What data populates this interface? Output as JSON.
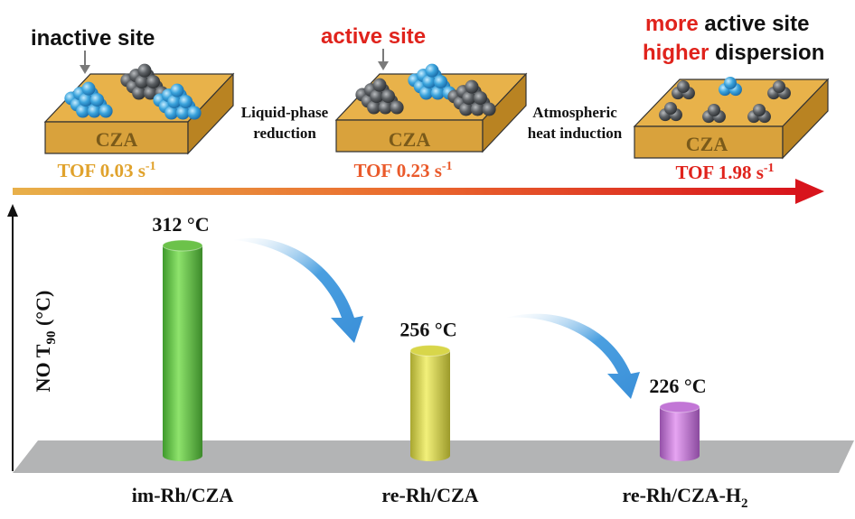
{
  "stages": [
    {
      "support_label": "CZA",
      "caption": {
        "prefix": "",
        "highlight": "",
        "rest": "inactive site"
      },
      "caption_line2": {
        "highlight": "",
        "rest": ""
      },
      "tof_label": "TOF 0.03 s",
      "tof_exp": "-1",
      "tof_color": "#e0a22c"
    },
    {
      "support_label": "CZA",
      "caption": {
        "prefix": "",
        "highlight": "active site",
        "rest": ""
      },
      "caption_line2": {
        "highlight": "",
        "rest": ""
      },
      "tof_label": "TOF 0.23 s",
      "tof_exp": "-1",
      "tof_color": "#ea5a2b"
    },
    {
      "support_label": "CZA",
      "caption": {
        "prefix": "",
        "highlight": "more",
        "rest": " active site"
      },
      "caption_line2": {
        "highlight": "higher",
        "rest": " dispersion"
      },
      "tof_label": "TOF 1.98 s",
      "tof_exp": "-1",
      "tof_color": "#e0231c"
    }
  ],
  "transitions": [
    {
      "line1": "Liquid-phase",
      "line2": "reduction"
    },
    {
      "line1": "Atmospheric",
      "line2": "heat induction"
    }
  ],
  "colors": {
    "support_top": "#e8b24a",
    "support_front": "#d9a23c",
    "support_side": "#b98322",
    "rh_dark": "#55595c",
    "rh_blue": "#3aa3dc",
    "highlight_red": "#e0231c",
    "floor": "#b3b4b5",
    "flow_arrow": "#4a9fe0"
  },
  "chart_data": {
    "type": "bar",
    "ylabel": "NO T",
    "ylabel_sub": "90",
    "ylabel_unit": " (°C)",
    "categories": [
      {
        "main": "im-Rh/CZA",
        "sub": ""
      },
      {
        "main": "re-Rh/CZA",
        "sub": ""
      },
      {
        "main": "re-Rh/CZA-H",
        "sub": "2"
      }
    ],
    "values": [
      312,
      256,
      226
    ],
    "data_labels": [
      "312 °C",
      "256 °C",
      "226 °C"
    ],
    "colors": [
      "#6cc24a",
      "#d8d64a",
      "#c276d6"
    ],
    "grid": false,
    "axis_ticks": false
  }
}
